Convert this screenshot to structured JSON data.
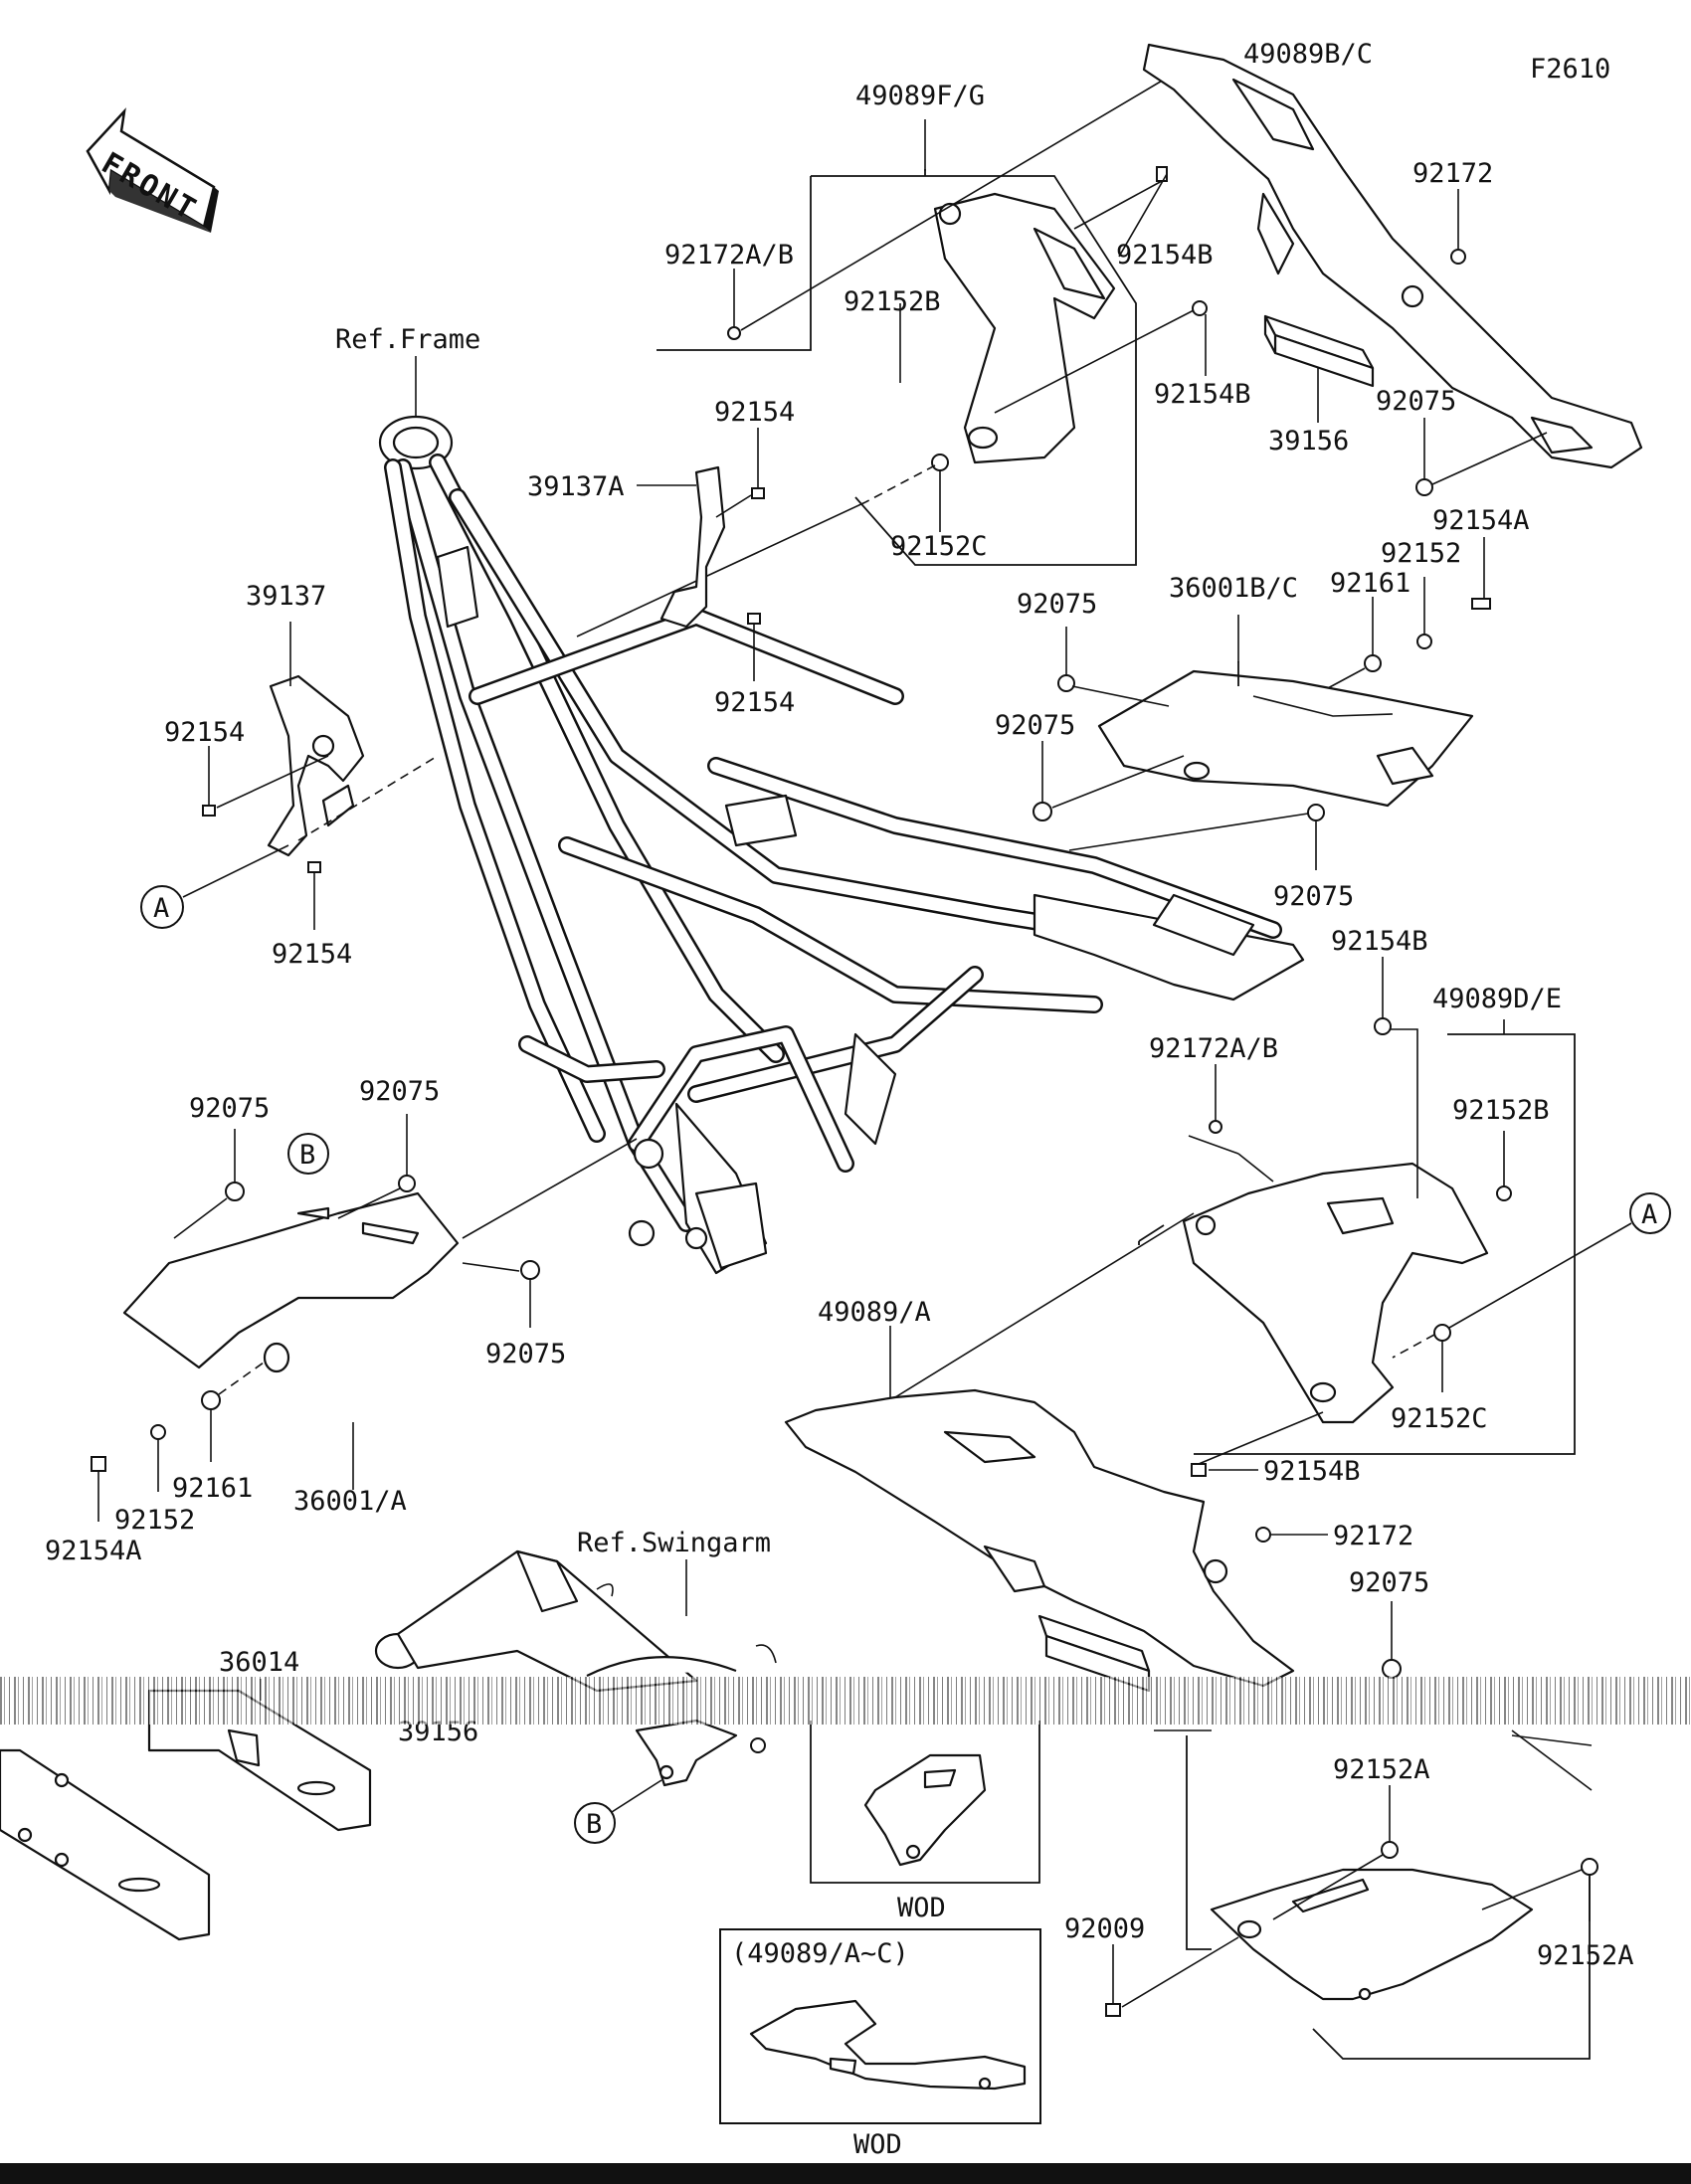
{
  "figure_code": "F2610",
  "front_label": "FRONT",
  "refs": {
    "frame": "Ref.Frame",
    "swingarm": "Ref.Swingarm"
  },
  "callouts": {
    "a": "A",
    "b": "B"
  },
  "labels": {
    "p49089bc": "49089B/C",
    "p49089fg": "49089F/G",
    "p92172_top": "92172",
    "p92172ab_top": "92172A/B",
    "p92154b_1": "92154B",
    "p92152b_top": "92152B",
    "p92154b_2": "92154B",
    "p39156_top": "39156",
    "p92075_top": "92075",
    "p92154_1": "92154",
    "p39137a": "39137A",
    "p92152c_top": "92152C",
    "p92154a_top": "92154A",
    "p92152_top": "92152",
    "p92161_top": "92161",
    "p36001bc": "36001B/C",
    "p92075_b": "92075",
    "p39137": "39137",
    "p92154_2": "92154",
    "p92154_3": "92154",
    "p92075_c": "92075",
    "p92075_d": "92075",
    "p92154_4": "92154",
    "p92154b_3": "92154B",
    "p49089de": "49089D/E",
    "p92172ab_mid": "92172A/B",
    "p92152b_mid": "92152B",
    "p92075_e": "92075",
    "p92075_f": "92075",
    "p92075_g": "92075",
    "p49089a": "49089/A",
    "p92152c_mid": "92152C",
    "p92161_low": "92161",
    "p36001a": "36001/A",
    "p92152_low": "92152",
    "p92154a_low": "92154A",
    "p92154b_4": "92154B",
    "p92172_low": "92172",
    "p92075_h": "92075",
    "p36014": "36014",
    "p39156_low": "39156",
    "p92152a_1": "92152A",
    "p92009": "92009",
    "p92152a_2": "92152A"
  },
  "inset_top": {
    "label": "WOD"
  },
  "inset_bottom": {
    "title": "(49089/A~C)",
    "label": "WOD"
  }
}
